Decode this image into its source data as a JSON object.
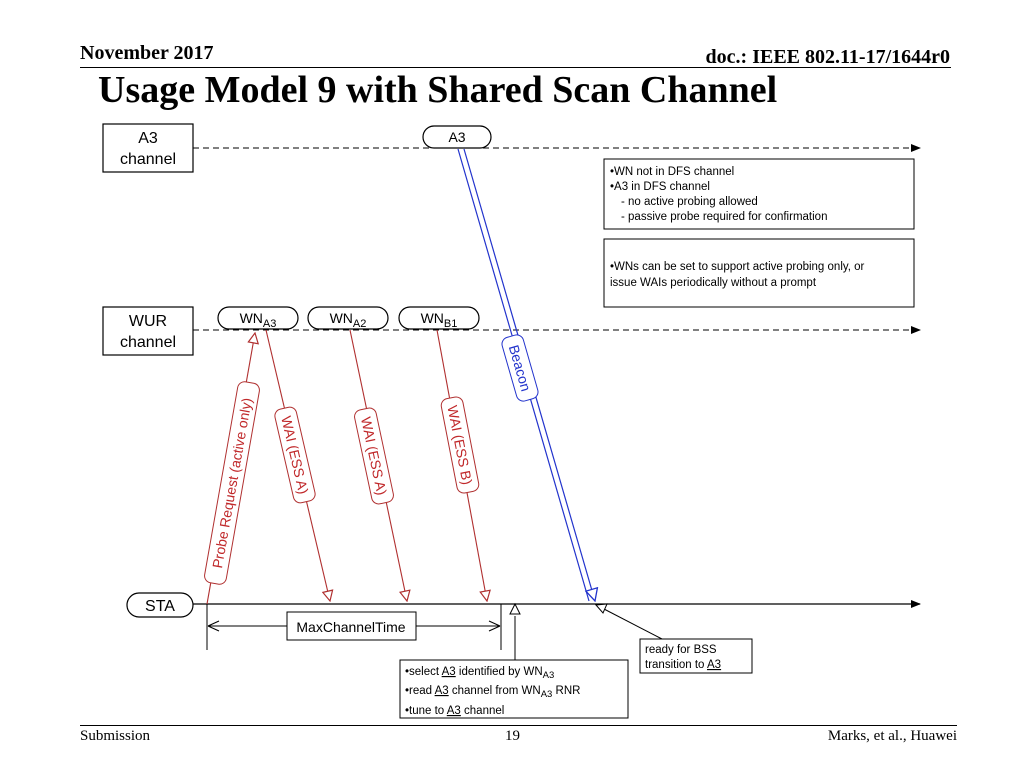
{
  "header": {
    "date": "November 2017",
    "doc_id": "doc.: IEEE 802.11-17/1644r0"
  },
  "title": "Usage Model 9 with Shared Scan Channel",
  "channels": {
    "a3_line1": "A3",
    "a3_line2": "channel",
    "wur_line1": "WUR",
    "wur_line2": "channel",
    "sta": "STA"
  },
  "nodes": {
    "a3": "A3",
    "wn_prefix": "WN",
    "wn1_sub": "A3",
    "wn2_sub": "A2",
    "wn3_sub": "B1"
  },
  "messages": {
    "probe": "Probe Request (active only)",
    "wai1": "WAI (ESS A)",
    "wai2": "WAI (ESS A)",
    "wai3": "WAI (ESS B)",
    "beacon": "Beacon",
    "max_channel_time": "MaxChannelTime"
  },
  "notes": {
    "note1": [
      "•WN not in DFS channel",
      "•A3 in DFS channel",
      "- no active probing allowed",
      "- passive probe required for confirmation"
    ],
    "note2": [
      "•WNs can be set to support active probing only, or",
      "issue WAIs periodically without a prompt"
    ],
    "ready": [
      "ready for BSS",
      "transition to ",
      "A3"
    ],
    "steps": {
      "s1_pre": "•select ",
      "s1_u": "A3",
      "s1_mid": " identified by WN",
      "s1_sub": "A3",
      "s2_pre": "•read ",
      "s2_u": "A3",
      "s2_mid": " channel from WN",
      "s2_sub": "A3",
      "s2_post": " RNR",
      "s3_pre": "•tune to ",
      "s3_u": "A3",
      "s3_post": " channel"
    }
  },
  "colors": {
    "wai_arrow": "#b03030",
    "beacon_arrow": "#2233cc",
    "text_red": "#c0282a",
    "text_blue": "#2233cc"
  },
  "footer": {
    "left": "Submission",
    "page": "19",
    "right": "Marks, et al., Huawei"
  }
}
